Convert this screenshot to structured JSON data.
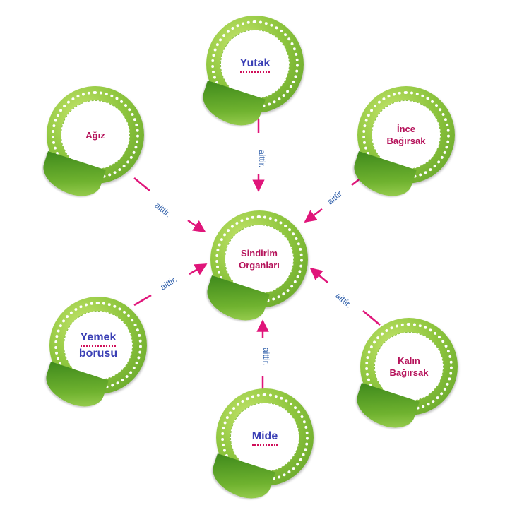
{
  "center": {
    "line1": "Sindirim",
    "line2": "Organları"
  },
  "nodes": {
    "yutak": "Yutak",
    "agiz": "Ağız",
    "ince_line1": "İnce",
    "ince_line2": "Bağırsak",
    "yemek_line1": "Yemek",
    "yemek_line2": "borusu",
    "kalin_line1": "Kalın",
    "kalin_line2": "Bağırsak",
    "mide": "Mide"
  },
  "connector_label": "aittir.",
  "colors": {
    "arrow": "#e0157a",
    "label_red": "#b5125a",
    "label_blue": "#3a3fb5",
    "aittir": "#2f5faa"
  }
}
